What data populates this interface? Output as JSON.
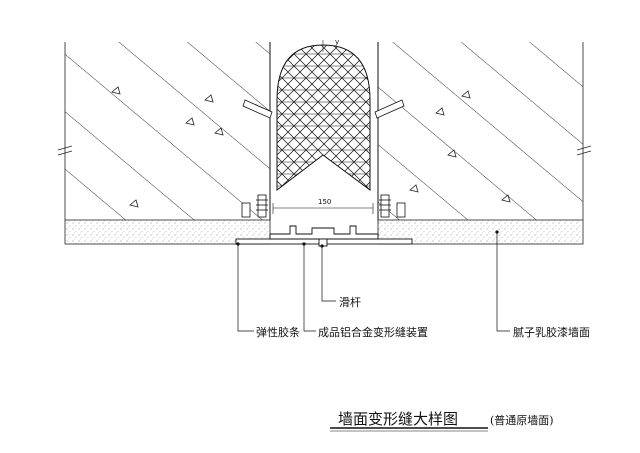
{
  "labels": {
    "slide_rod": "滑杆",
    "elastic_strip": "弹性胶条",
    "aluminium_device": "成品铝合金变形缝装置",
    "putty_latex": "腻子乳胶漆墙面",
    "dimension": "150",
    "axis_mark": "y"
  },
  "title": {
    "main": "墙面变形缝大样图",
    "sub": "(普通原墙面)"
  }
}
